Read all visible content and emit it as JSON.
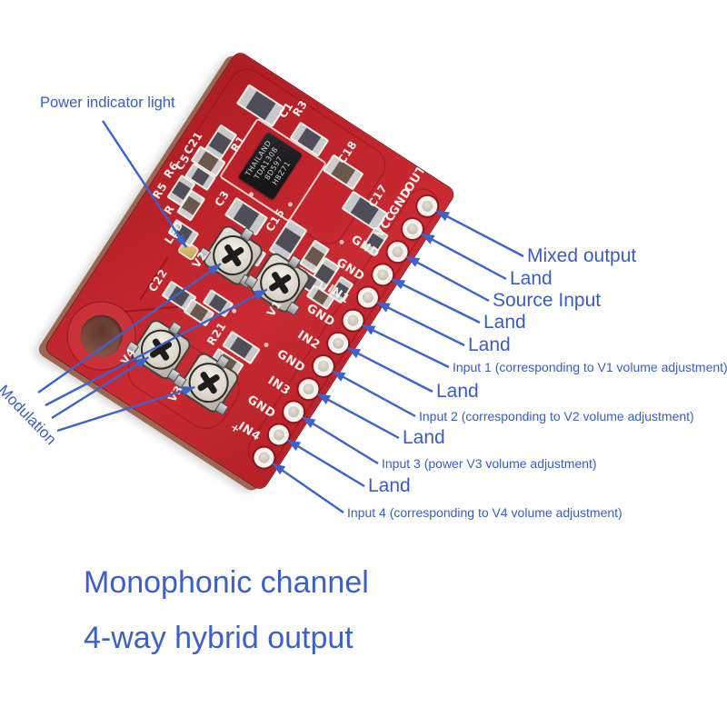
{
  "annotations": {
    "power_indicator_label": "Power indicator light",
    "modulation_label": "Modulation",
    "callouts": [
      {
        "text": "Mixed output",
        "large": true
      },
      {
        "text": "Land",
        "large": true
      },
      {
        "text": "Source Input",
        "large": true
      },
      {
        "text": "Land",
        "large": true
      },
      {
        "text": "Land",
        "large": true
      },
      {
        "text": "Input 1 (corresponding to V1 volume adjustment)",
        "large": false
      },
      {
        "text": "Land",
        "large": true
      },
      {
        "text": "Input 2 (corresponding to V2 volume adjustment)",
        "large": false
      },
      {
        "text": "Land",
        "large": true
      },
      {
        "text": "Input 3 (power V3 volume adjustment)",
        "large": false
      },
      {
        "text": "Land",
        "large": true
      },
      {
        "text": "Input 4 (corresponding to V4 volume adjustment)",
        "large": false
      }
    ],
    "title_lines": [
      "Monophonic channel",
      "4-way hybrid output"
    ]
  },
  "board": {
    "pins": [
      "OUT",
      "GND",
      "VCC",
      "GND",
      "GND",
      "IN1",
      "GND",
      "IN2",
      "GND",
      "IN3",
      "GND",
      "IN4"
    ],
    "ic_marking": [
      "THAILAND",
      "TDA1308",
      "8D597",
      "H8Z71"
    ],
    "silkscreen_refs": [
      "C1",
      "R1",
      "R3",
      "C18",
      "C17",
      "C21",
      "C5",
      "R6",
      "R5",
      "C3",
      "C15",
      "R",
      "LED",
      "C22",
      "R21",
      "+"
    ],
    "pot_labels": [
      "V2",
      "V1",
      "V4",
      "V3"
    ]
  },
  "colors": {
    "annotation_blue": "#3a5cc2",
    "leader_line_blue": "#3e62c8",
    "title_blue": "#3c60c6",
    "board_red": "#c0242c",
    "board_red_dark": "#a31c23",
    "silkscreen_white": "#f4f1ea",
    "substrate_edge_brown": "#9b6752"
  }
}
